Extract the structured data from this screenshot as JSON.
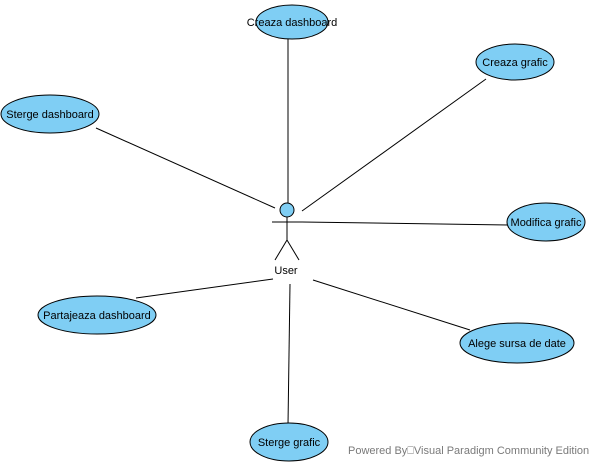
{
  "actor": {
    "label": "User"
  },
  "use_cases": [
    {
      "id": "creaza-dashboard",
      "label": "Creaza dashboard"
    },
    {
      "id": "creaza-grafic",
      "label": "Creaza grafic"
    },
    {
      "id": "sterge-dashboard",
      "label": "Sterge dashboard"
    },
    {
      "id": "modifica-grafic",
      "label": "Modifica grafic"
    },
    {
      "id": "partajeaza-dashboard",
      "label": "Partajeaza dashboard"
    },
    {
      "id": "alege-sursa-de-date",
      "label": "Alege sursa de date"
    },
    {
      "id": "sterge-grafic",
      "label": "Sterge grafic"
    }
  ],
  "watermark": {
    "text": "Powered By⎕Visual Paradigm Community Edition",
    "logo_icon": "visual-paradigm-logo-icon"
  },
  "colors": {
    "use_case_fill": "#7fcef4",
    "stroke": "#000000",
    "watermark_text": "#7a7a7a",
    "logo_red": "#d9413b"
  }
}
